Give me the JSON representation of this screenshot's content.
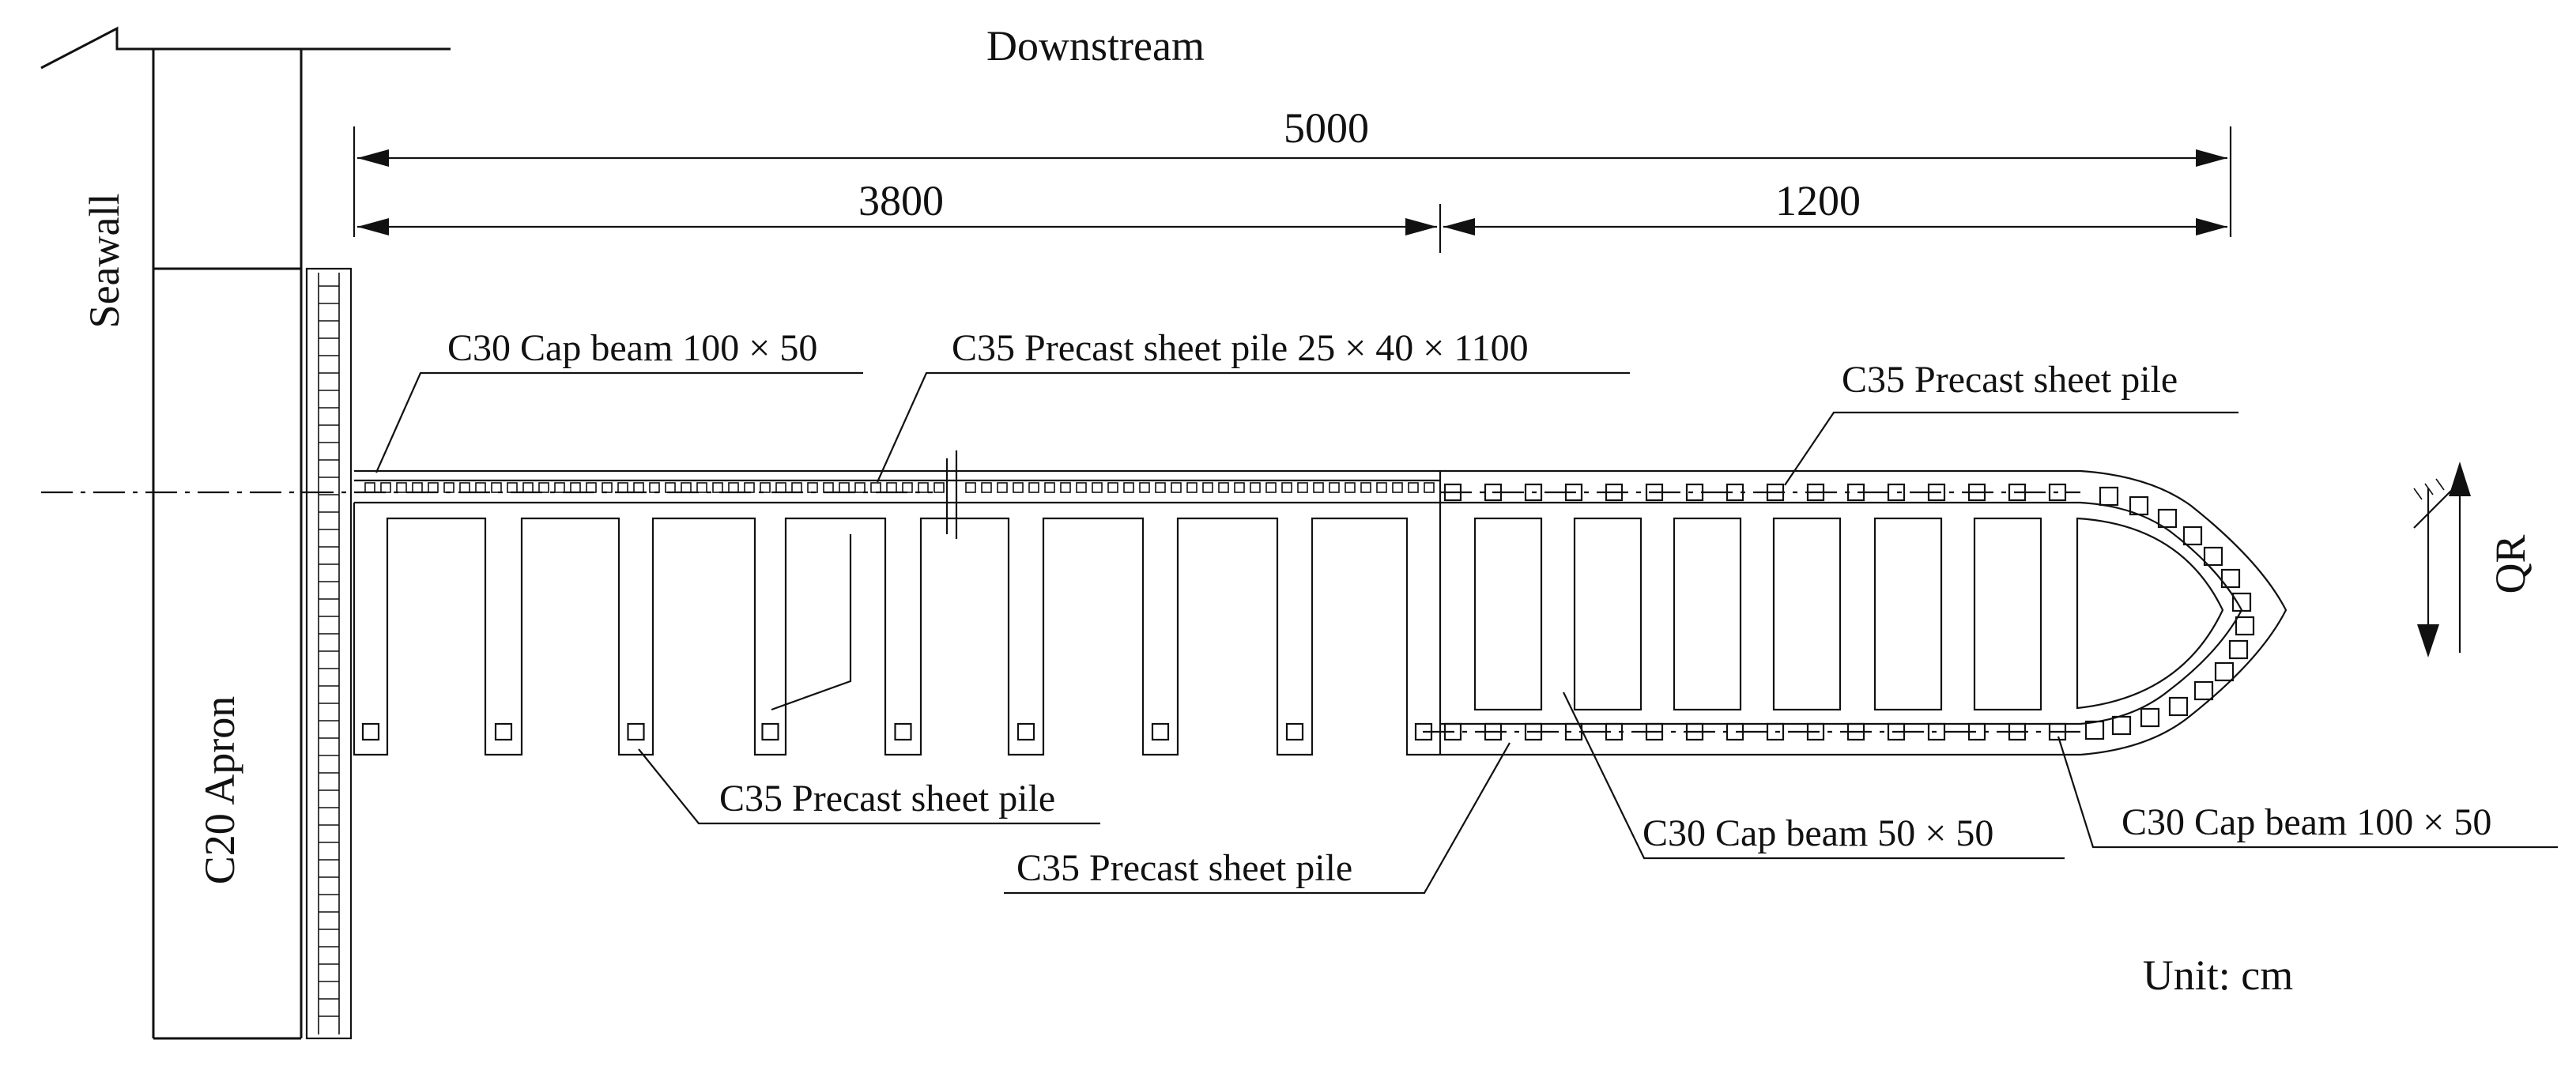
{
  "diagram": {
    "flow_label": "Downstream",
    "seawall_label": "Seawall",
    "apron_label": "C20 Apron",
    "unit_label": "Unit: cm",
    "direction_label": "QR",
    "colors": {
      "line": "#111111",
      "background": "#ffffff"
    },
    "dimensions": {
      "total": "5000",
      "left_segment": "3800",
      "right_segment": "1200"
    },
    "callouts": {
      "cap_beam_top": "C30 Cap beam  100 × 50",
      "sheet_pile_spec": "C35 Precast sheet pile  25 × 40 × 1100",
      "sheet_pile_right_top": "C35 Precast sheet pile",
      "sheet_pile_bottom_left": "C35 Precast sheet pile",
      "sheet_pile_bottom_mid": "C35 Precast sheet pile",
      "cap_beam_mid": "C30 Cap beam  50 × 50",
      "cap_beam_right": "C30 Cap beam  100 × 50"
    }
  }
}
